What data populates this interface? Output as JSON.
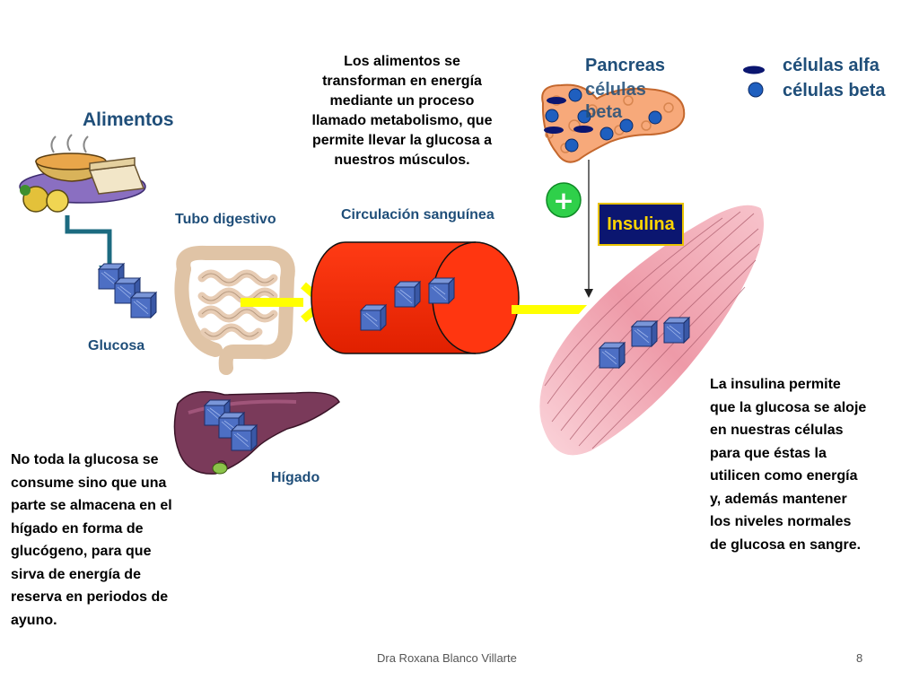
{
  "labels": {
    "alimentos": "Alimentos",
    "tubo_digestivo": "Tubo digestivo",
    "circulacion": "Circulación sanguínea",
    "glucosa": "Glucosa",
    "higado": "Hígado",
    "pancreas": "Pancreas",
    "pancreas_celulas": "células",
    "pancreas_beta": "beta",
    "legend_alfa": "células alfa",
    "legend_beta": "células beta",
    "insulina": "Insulina",
    "plus": "+"
  },
  "texts": {
    "metabolismo": [
      "Los alimentos se",
      "transforman en energía",
      "mediante un proceso",
      "llamado metabolismo, que",
      "permite llevar la glucosa a",
      "nuestros músculos."
    ],
    "insulina": [
      "La insulina permite",
      "que la glucosa se aloje",
      "en nuestras células",
      "para que éstas la",
      "utilicen como energía",
      "y, además mantener",
      "los niveles normales",
      "de glucosa en sangre."
    ],
    "higado": [
      "No toda la glucosa se",
      "consume sino que una",
      "parte se almacena en el",
      "hígado en forma de",
      "glucógeno, para que",
      "sirva de energía de",
      "reserva en periodos de",
      "ayuno."
    ]
  },
  "footer": {
    "author": "Dra Roxana Blanco Villarte",
    "page": "8"
  },
  "colors": {
    "title_blue": "#1f4e79",
    "cube": "#4d6fc4",
    "blood": "#ff2a00",
    "arrow": "#ffff00",
    "insulin_bg": "#0b1670",
    "insulin_text": "#ffd400",
    "plus": "#27c93f"
  }
}
